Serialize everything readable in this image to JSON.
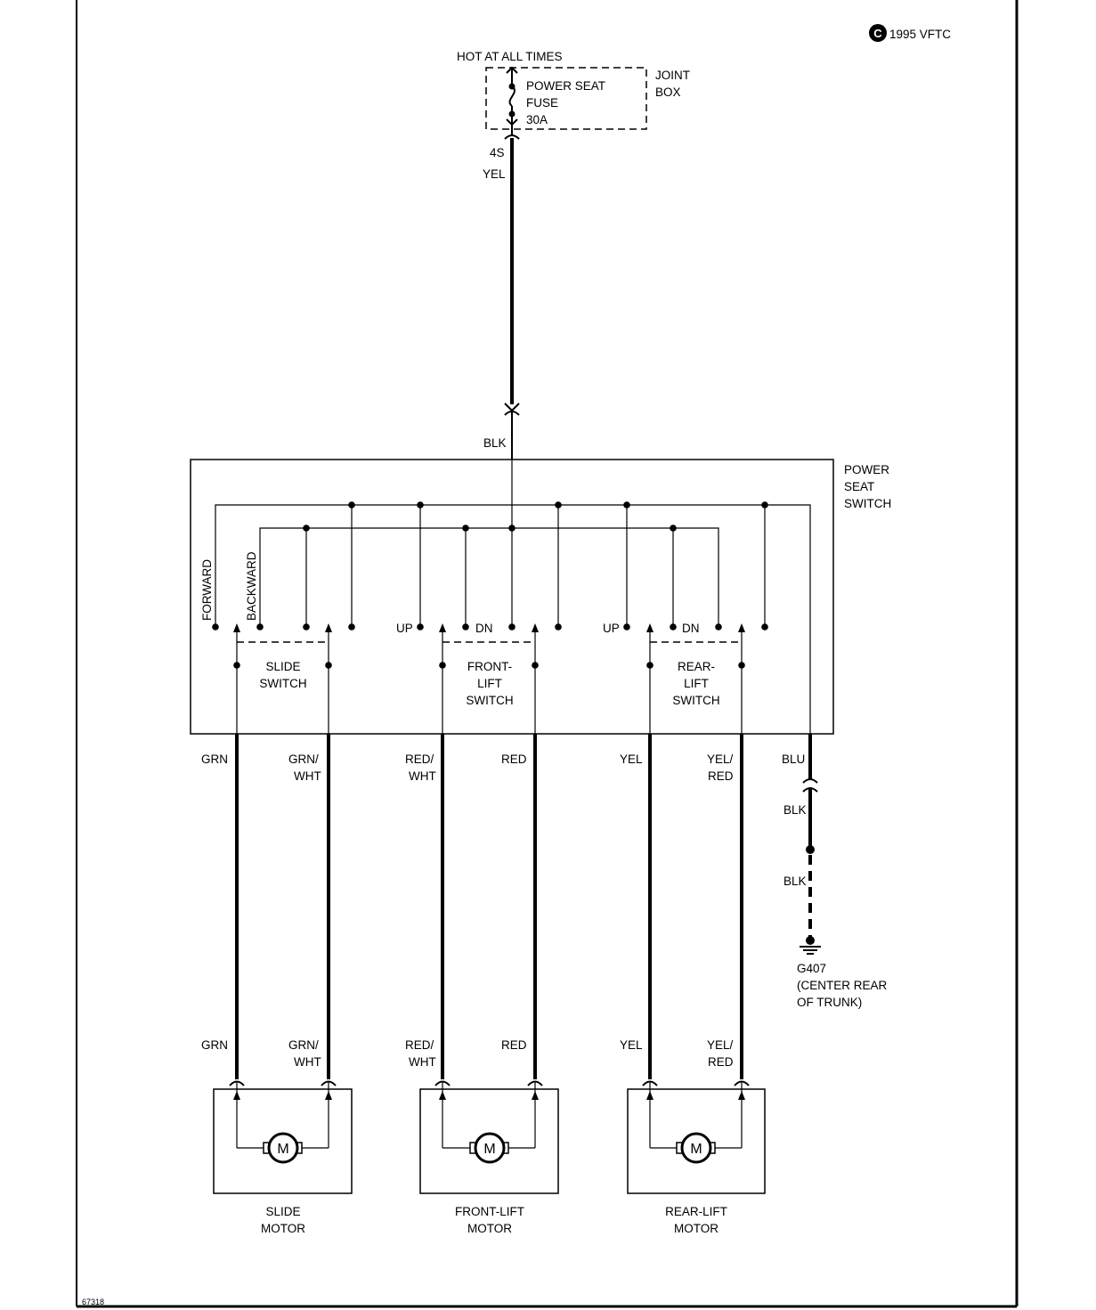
{
  "copyright": "1995 VFTC",
  "copyright_symbol": "C",
  "figure_id": "67318",
  "fuse": {
    "power_note": "HOT AT ALL TIMES",
    "line1": "POWER SEAT",
    "line2": "FUSE",
    "line3": "30A",
    "box_line1": "JOINT",
    "box_line2": "BOX",
    "pin": "4S",
    "wire": "YEL"
  },
  "switch": {
    "input_wire": "BLK",
    "title1": "POWER",
    "title2": "SEAT",
    "title3": "SWITCH",
    "forward": "FORWARD",
    "backward": "BACKWARD",
    "front_up": "UP",
    "front_dn": "DN",
    "rear_up": "UP",
    "rear_dn": "DN",
    "slide1": "SLIDE",
    "slide2": "SWITCH",
    "front1": "FRONT-",
    "front2": "LIFT",
    "front3": "SWITCH",
    "rear1": "REAR-",
    "rear2": "LIFT",
    "rear3": "SWITCH"
  },
  "wires_top": {
    "grn": "GRN",
    "grnwht1": "GRN/",
    "grnwht2": "WHT",
    "redwht1": "RED/",
    "redwht2": "WHT",
    "red": "RED",
    "yel": "YEL",
    "yelred1": "YEL/",
    "yelred2": "RED",
    "blu": "BLU"
  },
  "wires_bottom": {
    "grn": "GRN",
    "grnwht1": "GRN/",
    "grnwht2": "WHT",
    "redwht1": "RED/",
    "redwht2": "WHT",
    "red": "RED",
    "yel": "YEL",
    "yelred1": "YEL/",
    "yelred2": "RED"
  },
  "ground": {
    "wire1": "BLK",
    "wire2": "BLK",
    "name": "G407",
    "loc1": "(CENTER REAR",
    "loc2": "OF TRUNK)"
  },
  "motors": {
    "symbol": "M",
    "slide1": "SLIDE",
    "slide2": "MOTOR",
    "front1": "FRONT-LIFT",
    "front2": "MOTOR",
    "rear1": "REAR-LIFT",
    "rear2": "MOTOR"
  }
}
